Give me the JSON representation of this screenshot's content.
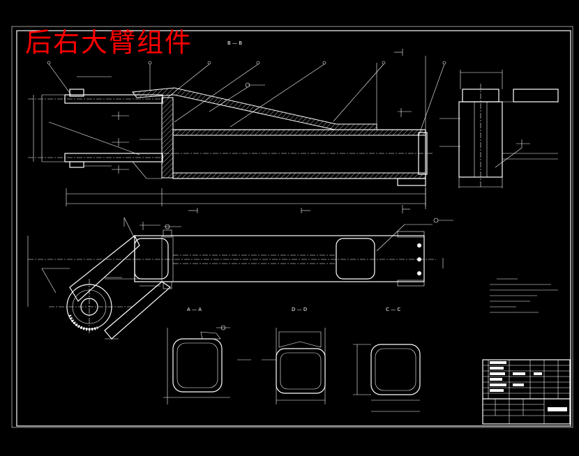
{
  "drawing": {
    "title_stamp": "后右大臂组件",
    "views": {
      "section_bb_label": "B — B",
      "section_aa_label": "A — A",
      "section_dd_label": "D — D",
      "section_cc_label": "C — C"
    }
  },
  "colors": {
    "background": "#000000",
    "lines": "#ffffff",
    "stamp": "#ff0000"
  }
}
